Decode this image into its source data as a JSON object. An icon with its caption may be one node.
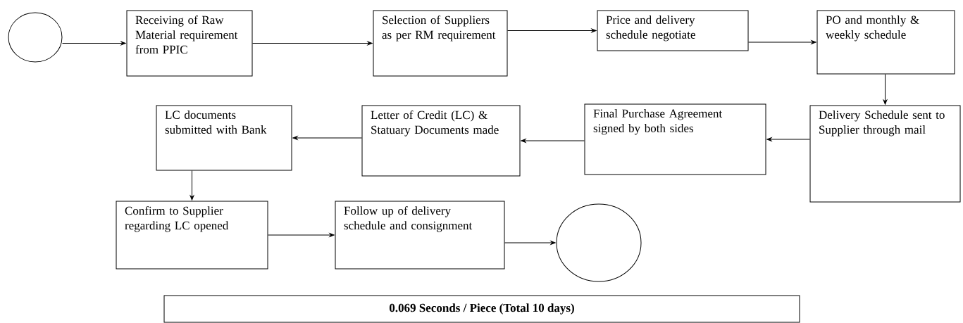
{
  "diagram": {
    "nodes": [
      {
        "text": [],
        "shape": "circle"
      },
      {
        "text": [
          "Receiving of Raw Material requirement from PPIC"
        ]
      },
      {
        "text": [
          "Selection of Suppliers as per RM requirement"
        ]
      },
      {
        "text": [
          "Price and delivery schedule negotiate"
        ]
      },
      {
        "text": [
          "PO and monthly & weekly schedule"
        ]
      },
      {
        "text": [
          "Delivery Schedule sent to Supplier through mail"
        ]
      },
      {
        "text": [
          "Final Purchase Agreement signed by both sides"
        ]
      },
      {
        "text": [
          "Letter of Credit (LC) & Statuary Documents made"
        ]
      },
      {
        "text": [
          "LC documents submitted with Bank"
        ]
      },
      {
        "text": [
          "Confirm to Supplier regarding LC opened"
        ]
      },
      {
        "text": [
          "Follow up of delivery schedule and consignment"
        ]
      },
      {
        "text": [],
        "shape": "circle"
      },
      {
        "text": [
          "0.069 Seconds / Piece (Total 10 days)"
        ]
      }
    ],
    "edges": [
      {
        "from": 0,
        "to": 1,
        "arrow": "to"
      },
      {
        "from": 1,
        "to": 2,
        "arrow": "to"
      },
      {
        "from": 2,
        "to": 3,
        "arrow": "to"
      },
      {
        "from": 3,
        "to": 4,
        "arrow": "to"
      },
      {
        "from": 4,
        "to": 5,
        "arrow": "to"
      },
      {
        "from": 5,
        "to": 6,
        "arrow": "to"
      },
      {
        "from": 6,
        "to": 7,
        "arrow": "to"
      },
      {
        "from": 7,
        "to": 8,
        "arrow": "to"
      },
      {
        "from": 8,
        "to": 9,
        "arrow": "to"
      },
      {
        "from": 9,
        "to": 10,
        "arrow": "to"
      },
      {
        "from": 10,
        "to": 11,
        "arrow": "to"
      }
    ]
  }
}
